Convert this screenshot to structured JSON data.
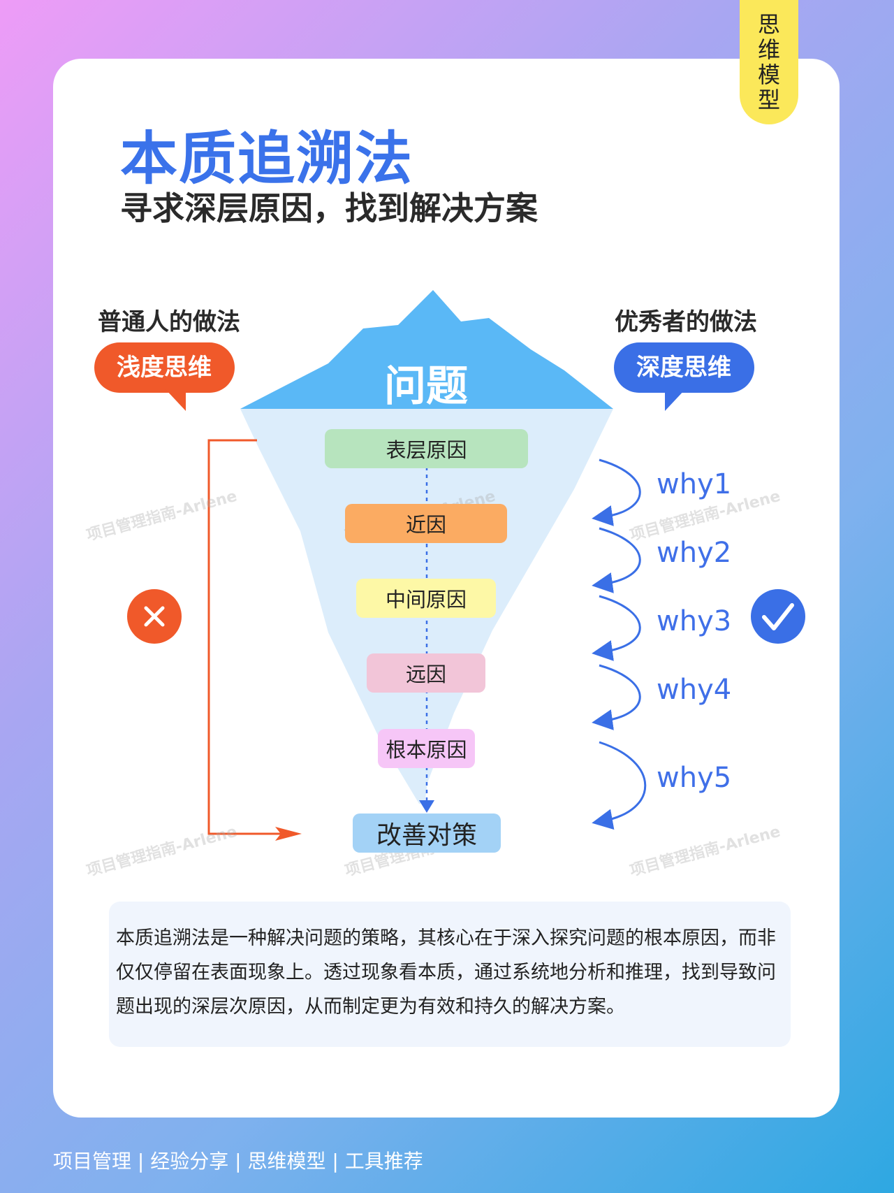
{
  "tag": {
    "chars": [
      "思",
      "维",
      "模",
      "型"
    ]
  },
  "title": "本质追溯法",
  "subtitle": "寻求深层原因，找到解决方案",
  "left": {
    "label": "普通人的做法",
    "bubble": "浅度思维"
  },
  "right": {
    "label": "优秀者的做法",
    "bubble": "深度思维"
  },
  "iceberg": {
    "problem": "问题",
    "causes": [
      "表层原因",
      "近因",
      "中间原因",
      "远因",
      "根本原因"
    ],
    "solution": "改善对策"
  },
  "whys": [
    "why1",
    "why2",
    "why3",
    "why4",
    "why5"
  ],
  "watermark": "项目管理指南-Arlene",
  "description": "本质追溯法是一种解决问题的策略，其核心在于深入探究问题的根本原因，而非仅仅停留在表面现象上。透过现象看本质，通过系统地分析和推理，找到导致问题出现的深层次原因，从而制定更为有效和持久的解决方案。",
  "footer": "项目管理 | 经验分享 | 思维模型 | 工具推荐",
  "colors": {
    "blue_accent": "#3a72ea",
    "orange": "#f0592a",
    "iceberg_top": "#5ab8f6",
    "underwater": "#dcedfb",
    "box_green": "#b7e4be",
    "box_orange": "#fbab62",
    "box_yellow": "#fdf8a6",
    "box_pink": "#f2c5d8",
    "box_violet": "#f6c6f7",
    "box_blue": "#a3d2f6"
  }
}
